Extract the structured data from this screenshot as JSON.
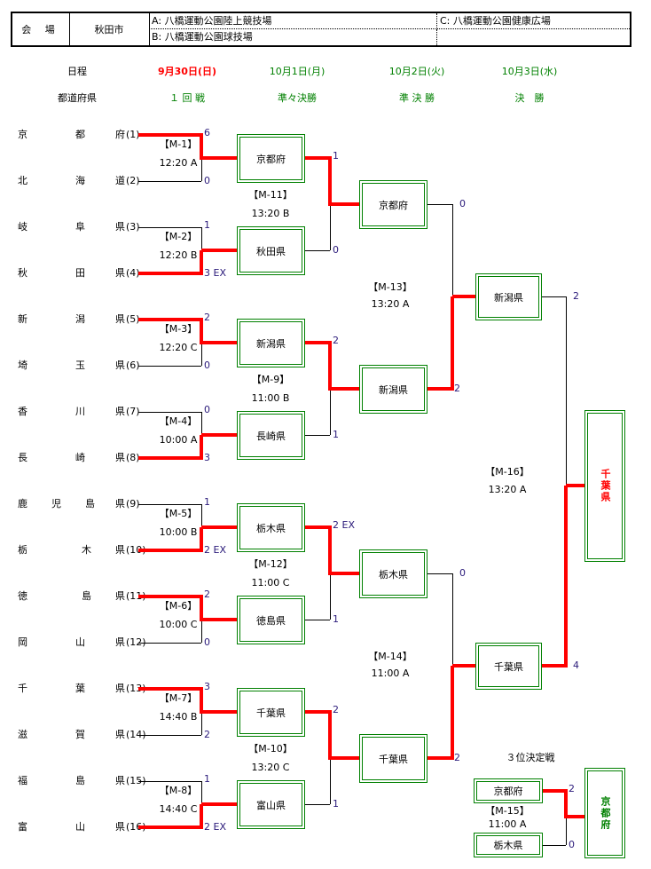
{
  "venue": {
    "label": "会 場",
    "city": "秋田市",
    "A": "A: 八橋運動公園陸上競技場",
    "B": "B: 八橋運動公園球技場",
    "C": "C: 八橋運動公園健康広場"
  },
  "header": {
    "schedule_label": "日程",
    "prefecture_label": "都道府県",
    "days": [
      {
        "date": "9月30日(日)",
        "round": "１ 回 戦"
      },
      {
        "date": "10月1日(月)",
        "round": "準々決勝"
      },
      {
        "date": "10月2日(火)",
        "round": "準 決 勝"
      },
      {
        "date": "10月3日(水)",
        "round": "決　勝"
      }
    ]
  },
  "teams": [
    {
      "c1": "京",
      "c2": "都",
      "c3": "府",
      "seed": "(1)"
    },
    {
      "c1": "北",
      "c2": "海",
      "c3": "道",
      "seed": "(2)"
    },
    {
      "c1": "岐",
      "c2": "阜",
      "c3": "県",
      "seed": "(3)"
    },
    {
      "c1": "秋",
      "c2": "田",
      "c3": "県",
      "seed": "(4)"
    },
    {
      "c1": "新",
      "c2": "潟",
      "c3": "県",
      "seed": "(5)"
    },
    {
      "c1": "埼",
      "c2": "玉",
      "c3": "県",
      "seed": "(6)"
    },
    {
      "c1": "香",
      "c2": "川",
      "c3": "県",
      "seed": "(7)"
    },
    {
      "c1": "長",
      "c2": "崎",
      "c3": "県",
      "seed": "(8)"
    },
    {
      "c1": "鹿",
      "c2": "児",
      "c2b": "島",
      "c3": "県",
      "seed": "(9)"
    },
    {
      "c1": "栃",
      "c2": "木",
      "c3": "県",
      "seed": "(10)"
    },
    {
      "c1": "徳",
      "c2": "島",
      "c3": "県",
      "seed": "(11)"
    },
    {
      "c1": "岡",
      "c2": "山",
      "c3": "県",
      "seed": "(12)"
    },
    {
      "c1": "千",
      "c2": "葉",
      "c3": "県",
      "seed": "(13)"
    },
    {
      "c1": "滋",
      "c2": "賀",
      "c3": "県",
      "seed": "(14)"
    },
    {
      "c1": "福",
      "c2": "島",
      "c3": "県",
      "seed": "(15)"
    },
    {
      "c1": "富",
      "c2": "山",
      "c3": "県",
      "seed": "(16)"
    }
  ],
  "round1": [
    {
      "id": "【M-1】",
      "time": "12:20 A",
      "top_score": "6",
      "bottom_score": "0",
      "winner": "top"
    },
    {
      "id": "【M-2】",
      "time": "12:20 B",
      "top_score": "1",
      "bottom_score": "3 EX",
      "winner": "bottom"
    },
    {
      "id": "【M-3】",
      "time": "12:20 C",
      "top_score": "2",
      "bottom_score": "0",
      "winner": "top"
    },
    {
      "id": "【M-4】",
      "time": "10:00 A",
      "top_score": "0",
      "bottom_score": "3",
      "winner": "bottom"
    },
    {
      "id": "【M-5】",
      "time": "10:00 B",
      "top_score": "1",
      "bottom_score": "2 EX",
      "winner": "bottom"
    },
    {
      "id": "【M-6】",
      "time": "10:00 C",
      "top_score": "2",
      "bottom_score": "0",
      "winner": "top"
    },
    {
      "id": "【M-7】",
      "time": "14:40 B",
      "top_score": "3",
      "bottom_score": "2",
      "winner": "top"
    },
    {
      "id": "【M-8】",
      "time": "14:40 C",
      "top_score": "1",
      "bottom_score": "2 EX",
      "winner": "bottom"
    }
  ],
  "quarterfinals": [
    {
      "id": "【M-11】",
      "time": "13:20 B",
      "top": "京都府",
      "bottom": "秋田県",
      "top_score": "1",
      "bottom_score": "0",
      "winner": "top"
    },
    {
      "id": "【M-9】",
      "time": "11:00 B",
      "top": "新潟県",
      "bottom": "長崎県",
      "top_score": "2",
      "bottom_score": "1",
      "winner": "top"
    },
    {
      "id": "【M-12】",
      "time": "11:00 C",
      "top": "栃木県",
      "bottom": "徳島県",
      "top_score": "2 EX",
      "bottom_score": "1",
      "winner": "top"
    },
    {
      "id": "【M-10】",
      "time": "13:20 C",
      "top": "千葉県",
      "bottom": "富山県",
      "top_score": "2",
      "bottom_score": "1",
      "winner": "top"
    }
  ],
  "semifinals": [
    {
      "id": "【M-13】",
      "time": "13:20 A",
      "top": "京都府",
      "bottom": "新潟県",
      "top_score": "0",
      "bottom_score": "2",
      "winner": "bottom"
    },
    {
      "id": "【M-14】",
      "time": "11:00 A",
      "top": "栃木県",
      "bottom": "千葉県",
      "top_score": "0",
      "bottom_score": "2",
      "winner": "bottom"
    }
  ],
  "final": {
    "id": "【M-16】",
    "time": "13:20 A",
    "top": "新潟県",
    "bottom": "千葉県",
    "top_score": "2",
    "bottom_score": "4",
    "winner": "bottom",
    "champion": "千葉県"
  },
  "third_place": {
    "title": "３位決定戦",
    "id": "【M-15】",
    "time": "11:00 A",
    "top": "京都府",
    "bottom": "栃木県",
    "top_score": "2",
    "bottom_score": "0",
    "winner": "top",
    "result": "京都府"
  },
  "colors": {
    "win_line": "#ff0000",
    "box_border": "#008000",
    "score": "#2a1a7a",
    "date_first": "#ff0000",
    "date_other": "#008000"
  }
}
